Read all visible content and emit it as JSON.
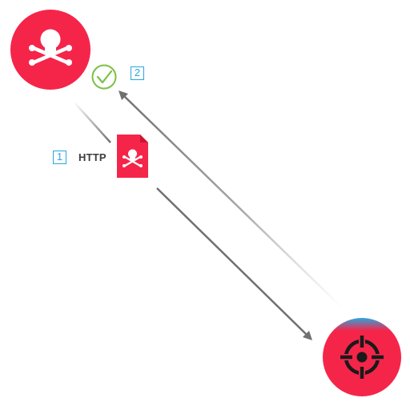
{
  "diagram": {
    "steps": [
      {
        "number": "1",
        "protocol": "HTTP"
      },
      {
        "number": "2"
      }
    ],
    "nodes": {
      "attacker": {
        "icon": "skull-crossbones-icon",
        "color": "#f5254a"
      },
      "target": {
        "icon": "crosshair-target-icon",
        "color": "#f5254a",
        "accent": "#2aa6e0"
      }
    },
    "payload": {
      "icon": "malicious-file-icon",
      "color": "#f5254a"
    },
    "confirmation": {
      "icon": "check-circle-icon",
      "color": "#7bc043"
    },
    "colors": {
      "arrow": "#707070",
      "step_badge": "#2aa6e0",
      "label": "#3c3c3c"
    }
  }
}
